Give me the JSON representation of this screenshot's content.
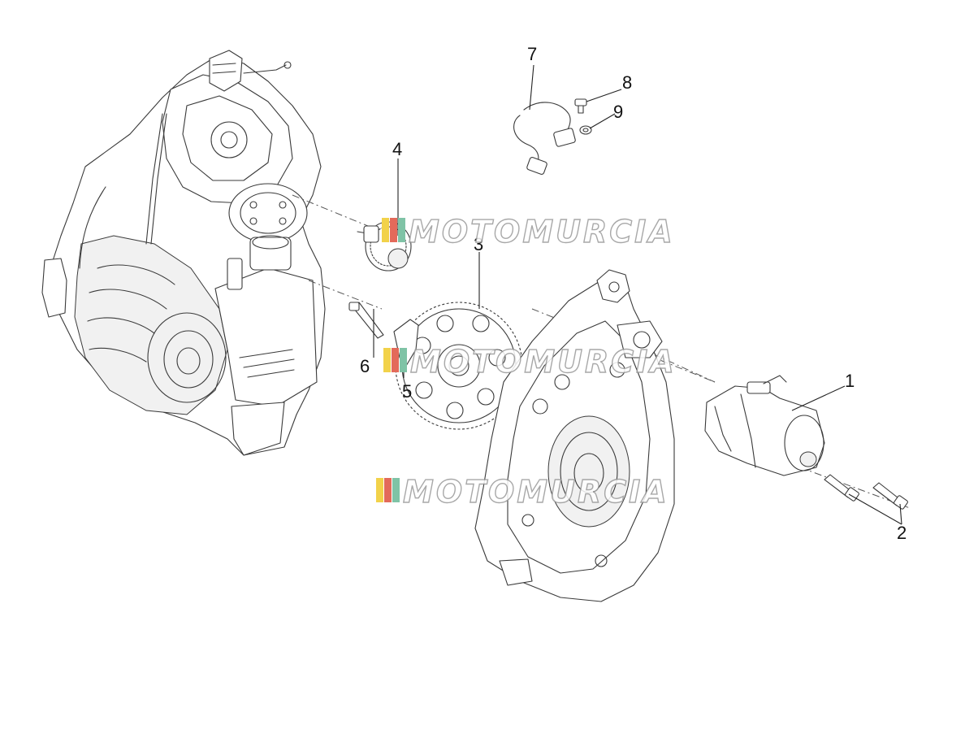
{
  "diagram": {
    "callouts": [
      {
        "id": "1",
        "label": "1"
      },
      {
        "id": "2",
        "label": "2"
      },
      {
        "id": "3",
        "label": "3"
      },
      {
        "id": "4",
        "label": "4"
      },
      {
        "id": "5",
        "label": "5"
      },
      {
        "id": "6",
        "label": "6"
      },
      {
        "id": "7",
        "label": "7"
      },
      {
        "id": "8",
        "label": "8"
      },
      {
        "id": "9",
        "label": "9"
      }
    ],
    "watermark": {
      "text": "MOTOMURCIA",
      "stripe_colors": [
        "#f2d24a",
        "#e36a5a",
        "#7fc3a6",
        "#8fb0d8"
      ]
    }
  }
}
